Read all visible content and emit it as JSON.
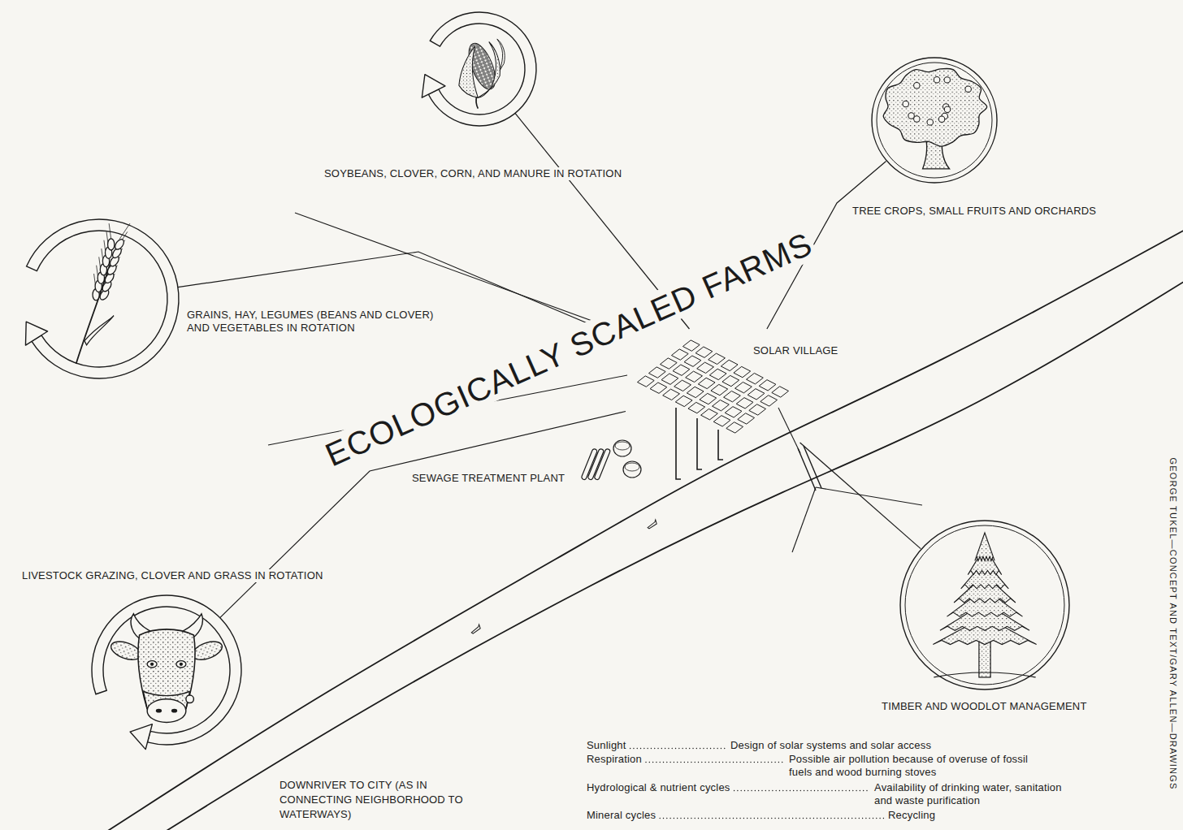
{
  "diagram": {
    "title": "ECOLOGICALLY SCALED FARMS",
    "nodes": [
      {
        "text": [
          "SOYBEANS, CLOVER, CORN, AND MANURE IN ROTATION"
        ]
      },
      {
        "text": [
          "TREE CROPS, SMALL FRUITS AND ORCHARDS"
        ]
      },
      {
        "text": [
          "GRAINS, HAY, LEGUMES (BEANS AND CLOVER) AND VEGETABLES IN ROTATION"
        ]
      },
      {
        "text": [
          "SOLAR VILLAGE"
        ]
      },
      {
        "text": [
          "LIVESTOCK GRAZING, CLOVER AND GRASS IN ROTATION"
        ]
      },
      {
        "text": [
          "TIMBER AND WOODLOT MANAGEMENT"
        ]
      }
    ],
    "edges": [
      {
        "from": 0,
        "to": 3,
        "arrow": "none"
      },
      {
        "from": 1,
        "to": 3,
        "arrow": "none"
      },
      {
        "from": 2,
        "to": 3,
        "arrow": "none"
      },
      {
        "from": 4,
        "to": 3,
        "arrow": "none"
      },
      {
        "from": 5,
        "to": 3,
        "arrow": "none"
      }
    ],
    "labels": [
      "SEWAGE TREATMENT PLANT",
      "DOWNRIVER TO CITY (AS IN CONNECTING NEIGHBORHOOD TO WATERWAYS)",
      "Sunlight",
      "Design of solar systems and solar access",
      "Respiration",
      "Possible air pollution because of overuse of fossil fuels and wood burning stoves",
      "Hydrological & nutrient cycles",
      "Availability of drinking water, sanitation and waste purification",
      "Mineral cycles",
      "Recycling",
      "GEORGE TUKEL—CONCEPT AND TEXT/GARY ALLEN—DRAWINGS"
    ]
  }
}
